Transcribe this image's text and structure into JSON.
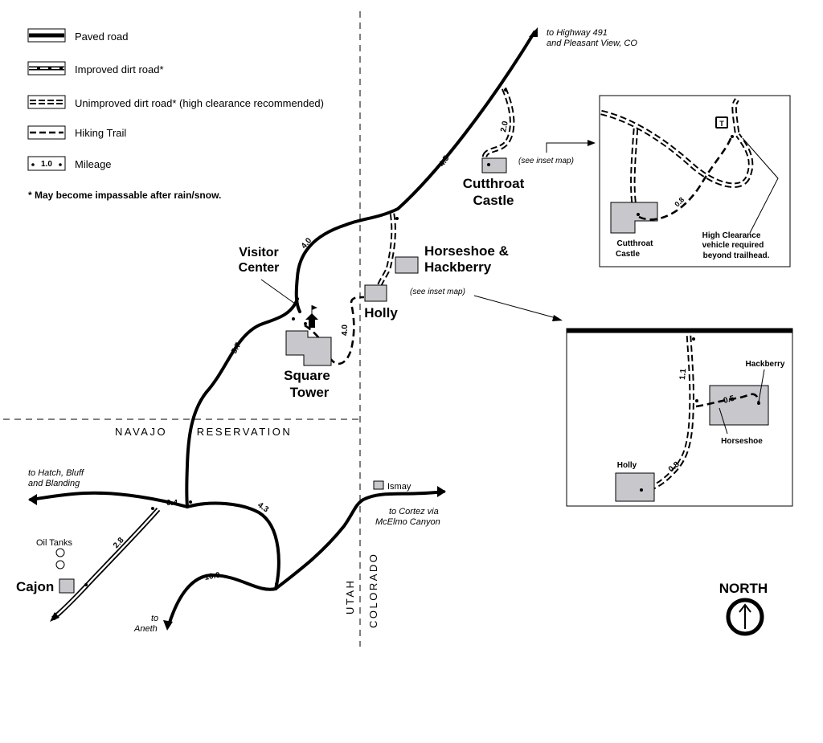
{
  "legend": {
    "paved_road": "Paved road",
    "improved_dirt_road": "Improved dirt road*",
    "unimproved_dirt_road": "Unimproved dirt road* (high clearance recommended)",
    "hiking_trail": "Hiking Trail",
    "mileage": "Mileage",
    "mileage_sample": "1.0",
    "footnote": "* May become impassable after rain/snow."
  },
  "sites": {
    "cutthroat_castle": [
      "Cutthroat",
      "Castle"
    ],
    "horseshoe_hackberry": [
      "Horseshoe &",
      "Hackberry"
    ],
    "holly": "Holly",
    "square_tower": [
      "Square",
      "Tower"
    ],
    "visitor_center": [
      "Visitor",
      "Center"
    ],
    "cajon": "Cajon",
    "ismay": "Ismay",
    "oil_tanks": "Oil Tanks"
  },
  "destinations": {
    "highway_491": [
      "to Highway 491",
      "and Pleasant View, CO"
    ],
    "hatch": [
      "to Hatch, Bluff",
      "and Blanding"
    ],
    "cortez": [
      "to Cortez via",
      "McElmo Canyon"
    ],
    "aneth": [
      "to",
      "Aneth"
    ]
  },
  "see_inset_1": "(see inset map)",
  "see_inset_2": "(see inset map)",
  "boundaries": {
    "reservation": "NAVAJO      RESERVATION",
    "utah": "UTAH",
    "colorado": "COLORADO"
  },
  "mileages": {
    "m_4_5": "4.5",
    "m_4_0a": "4.0",
    "m_5_7": "5.7",
    "m_0_4": "0.4",
    "m_4_3": "4.3",
    "m_10_0": "10.0",
    "m_2_8": "2.8",
    "m_2_0": "2.0",
    "m_4_0b": "4.0"
  },
  "inset_cutthroat": {
    "site_label": [
      "Cutthroat",
      "Castle"
    ],
    "mileage": "0.8",
    "note": [
      "High Clearance",
      "vehicle required",
      "beyond trailhead."
    ],
    "trailhead_symbol": "T"
  },
  "inset_horseshoe": {
    "hackberry": "Hackberry",
    "horseshoe": "Horseshoe",
    "holly": "Holly",
    "m_1_1": "1.1",
    "m_0_5": "0.5",
    "m_0_8": "0.8"
  },
  "north": "NORTH"
}
